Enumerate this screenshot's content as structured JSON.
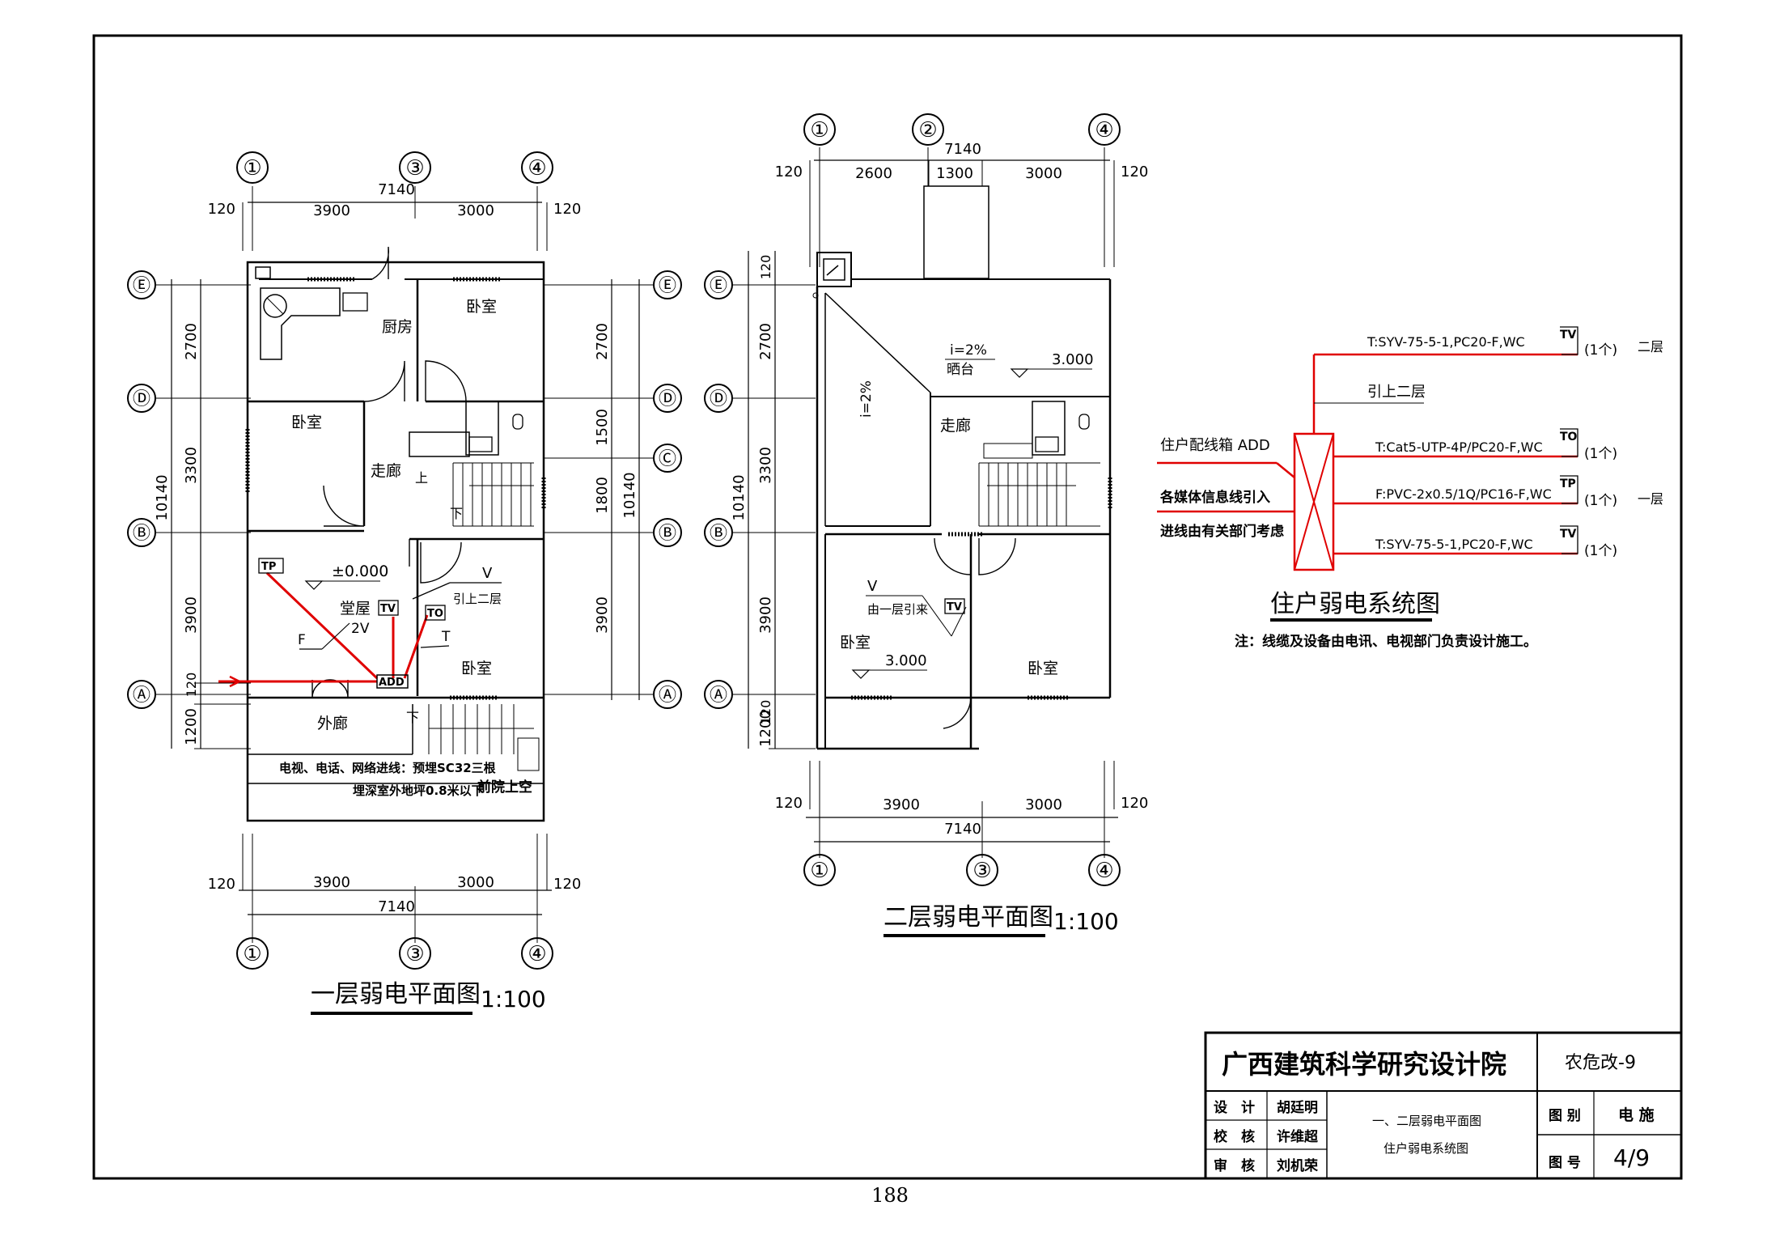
{
  "plan1": {
    "title": "一层弱电平面图",
    "scale": "1:100",
    "axes_cols": [
      "①",
      "③",
      "④"
    ],
    "axes_rows": [
      "Ⓔ",
      "Ⓓ",
      "Ⓑ",
      "Ⓐ"
    ],
    "axes_rows_right": [
      "Ⓔ",
      "Ⓓ",
      "Ⓒ",
      "Ⓑ",
      "Ⓐ"
    ],
    "dims_top": {
      "total": "7140",
      "a": "3900",
      "b": "3000",
      "l": "120",
      "r": "120"
    },
    "dims_left": [
      "2700",
      "3300",
      "3900",
      "120",
      "1200"
    ],
    "dims_left_total": "10140",
    "dims_right": [
      "2700",
      "1500",
      "1800",
      "3900"
    ],
    "dims_right_total": "10140",
    "rooms": {
      "kitchen": "厨房",
      "bed1": "卧室",
      "bed2": "卧室",
      "bed3": "卧室",
      "corridor": "走廊",
      "hall": "堂屋",
      "porch": "外廊"
    },
    "labels": {
      "up": "上",
      "down": "下",
      "down2": "下",
      "elev": "±0.000",
      "tp": "TP",
      "tv": "TV",
      "to": "TO",
      "add": "ADD",
      "v": "V",
      "f": "F",
      "t": "T",
      "twov": "2V",
      "up2": "引上二层",
      "note1": "电视、电话、网络进线：预埋SC32三根",
      "note2": "埋深室外地坪0.8米以下",
      "note3": "前院上空"
    }
  },
  "plan2": {
    "title": "二层弱电平面图",
    "scale": "1:100",
    "axes_cols_top": [
      "①",
      "②",
      "④"
    ],
    "axes_cols_bottom": [
      "①",
      "③",
      "④"
    ],
    "axes_rows": [
      "Ⓔ",
      "Ⓓ",
      "Ⓑ",
      "Ⓐ"
    ],
    "dims_top": {
      "total": "7140",
      "a": "2600",
      "b": "1300",
      "c": "3000",
      "l": "120",
      "r": "120"
    },
    "dims_bottom": {
      "total": "7140",
      "a": "3900",
      "b": "3000",
      "l": "120",
      "r": "120"
    },
    "dims_left": [
      "120",
      "2700",
      "3300",
      "3900",
      "120",
      "1200"
    ],
    "dims_left_total": "10140",
    "rooms": {
      "corridor": "走廊",
      "bed1": "卧室",
      "bed2": "卧室",
      "balcony": "晒台"
    },
    "labels": {
      "slope1": "i=2%",
      "slope2": "i=2%",
      "elev1": "3.000",
      "elev2": "3.000",
      "v": "V",
      "from1": "由一层引来",
      "tv": "TV"
    }
  },
  "system": {
    "title": "住户弱电系统图",
    "note": "注：线缆及设备由电讯、电视部门负责设计施工。",
    "box_label": "住户配线箱 ADD",
    "in1": "各媒体信息线引入",
    "in2": "进线由有关部门考虑",
    "up_label": "引上二层",
    "lines": [
      {
        "text": "T:SYV-75-5-1,PC20-F,WC",
        "dev": "TV",
        "count": "(1个)",
        "floor": "二层"
      },
      {
        "text": "T:Cat5-UTP-4P/PC20-F,WC",
        "dev": "TO",
        "count": "(1个)",
        "floor": ""
      },
      {
        "text": "F:PVC-2x0.5/1Q/PC16-F,WC",
        "dev": "TP",
        "count": "(1个)",
        "floor": "一层"
      },
      {
        "text": "T:SYV-75-5-1,PC20-F,WC",
        "dev": "TV",
        "count": "(1个)",
        "floor": ""
      }
    ]
  },
  "title_block": {
    "institute": "广西建筑科学研究设计院",
    "code": "农危改-9",
    "design_label": "设　计",
    "design_name": "胡廷明",
    "check_label": "校　核",
    "check_name": "许维超",
    "review_label": "审　核",
    "review_name": "刘机荣",
    "drawing_title1": "一、二层弱电平面图",
    "drawing_title2": "住户弱电系统图",
    "cat_label": "图 别",
    "cat_value": "电 施",
    "num_label": "图 号",
    "num_value": "4/9"
  },
  "page_number": "188"
}
